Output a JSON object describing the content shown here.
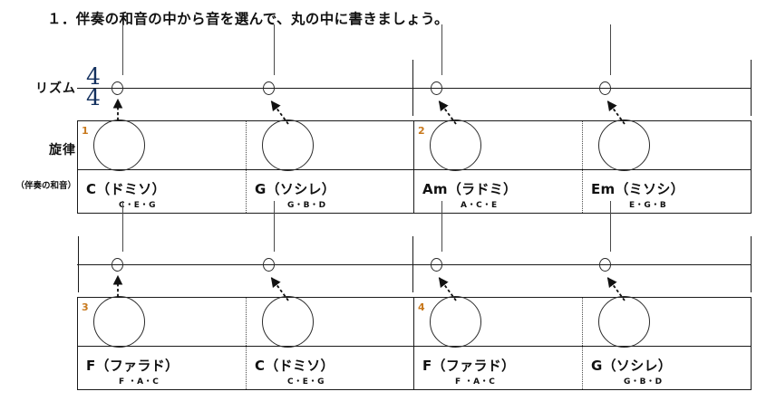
{
  "worksheet": {
    "title": "１．伴奏の和音の中から音を選んで、丸の中に書きましょう。",
    "labels": {
      "rhythm": "リズム",
      "melody": "旋律",
      "chord": "（伴奏の和音）"
    },
    "time_signature": {
      "numerator": "4",
      "denominator": "4"
    },
    "colors": {
      "ink": "#1a1a1a",
      "measure_number": "#c8791d",
      "time_signature": "#13305e"
    },
    "systems": [
      {
        "row": 1,
        "measures": [
          {
            "number": "1",
            "chord_main": "C（ドミソ）",
            "chord_sub": "C・E・G",
            "note": "half-note",
            "arrow": "vertical",
            "answer_circle": "empty"
          },
          {
            "number": "",
            "chord_main": "G（ソシレ）",
            "chord_sub": "G・B・D",
            "note": "half-note",
            "arrow": "diagonal",
            "answer_circle": "empty"
          },
          {
            "number": "2",
            "chord_main": "Am（ラドミ）",
            "chord_sub": "A・C・E",
            "note": "half-note",
            "arrow": "diagonal",
            "answer_circle": "empty"
          },
          {
            "number": "",
            "chord_main": "Em（ミソシ）",
            "chord_sub": "E・G・B",
            "note": "half-note",
            "arrow": "diagonal",
            "answer_circle": "empty"
          }
        ]
      },
      {
        "row": 2,
        "measures": [
          {
            "number": "3",
            "chord_main": "F（ファラド）",
            "chord_sub": "F ・A・C",
            "note": "half-note",
            "arrow": "vertical",
            "answer_circle": "empty"
          },
          {
            "number": "",
            "chord_main": "C（ドミソ）",
            "chord_sub": "C・E・G",
            "note": "half-note",
            "arrow": "diagonal",
            "answer_circle": "empty"
          },
          {
            "number": "4",
            "chord_main": "F（ファラド）",
            "chord_sub": "F ・A・C",
            "note": "half-note",
            "arrow": "diagonal",
            "answer_circle": "empty"
          },
          {
            "number": "",
            "chord_main": "G（ソシレ）",
            "chord_sub": "G・B・D",
            "note": "half-note",
            "arrow": "diagonal",
            "answer_circle": "empty"
          }
        ]
      }
    ]
  }
}
